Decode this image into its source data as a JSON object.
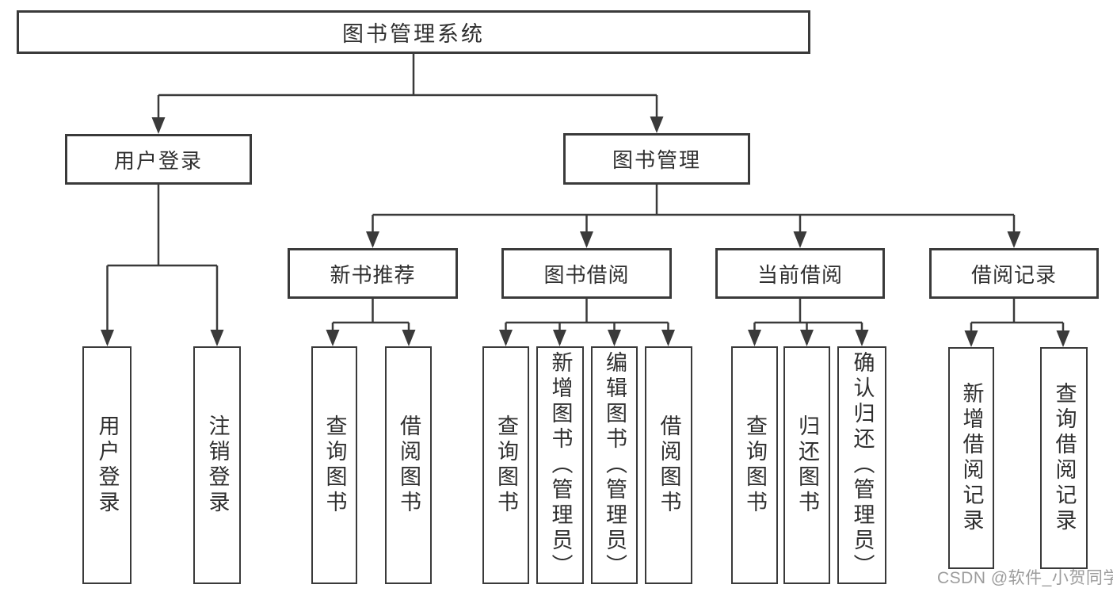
{
  "diagram": {
    "root": {
      "label": "图书管理系统"
    },
    "branches": [
      {
        "label": "用户登录",
        "leaves": [
          {
            "label": "用户登录"
          },
          {
            "label": "注销登录"
          }
        ]
      },
      {
        "label": "图书管理",
        "groups": [
          {
            "label": "新书推荐",
            "leaves": [
              {
                "label": "查询图书"
              },
              {
                "label": "借阅图书"
              }
            ]
          },
          {
            "label": "图书借阅",
            "leaves": [
              {
                "label": "查询图书"
              },
              {
                "label": "新增图书（管理员）"
              },
              {
                "label": "编辑图书（管理员）"
              },
              {
                "label": "借阅图书"
              }
            ]
          },
          {
            "label": "当前借阅",
            "leaves": [
              {
                "label": "查询图书"
              },
              {
                "label": "归还图书"
              },
              {
                "label": "确认归还（管理员）"
              }
            ]
          },
          {
            "label": "借阅记录",
            "leaves": [
              {
                "label": "新增借阅记录"
              },
              {
                "label": "查询借阅记录"
              }
            ]
          }
        ]
      }
    ]
  },
  "watermark": {
    "text": "CSDN @软件_小贺同学"
  },
  "colors": {
    "line": "#3a3a3a",
    "text": "#2f2f2f",
    "box_background": "#ffffff",
    "page_background": "#ffffff",
    "watermark": "#8f8f8f"
  }
}
